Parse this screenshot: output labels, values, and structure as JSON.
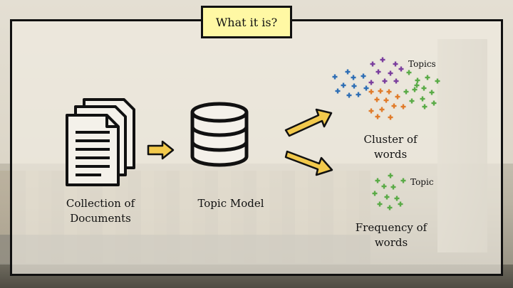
{
  "title": "What it is?",
  "nodes": {
    "documents": "Collection of Documents",
    "topic_model": "Topic Model",
    "cluster": "Cluster of words",
    "frequency": "Frequency of words"
  },
  "tags": {
    "topics": "Topics",
    "topic": "Topic"
  },
  "colors": {
    "title_fill": "#fff8a4",
    "arrow_fill": "#f2c94c",
    "purple": "#7b3f9e",
    "blue": "#2f6fb5",
    "orange": "#e07b2a",
    "green": "#5aab47"
  },
  "icons": [
    "document-stack-icon",
    "database-icon",
    "plus-icon"
  ]
}
